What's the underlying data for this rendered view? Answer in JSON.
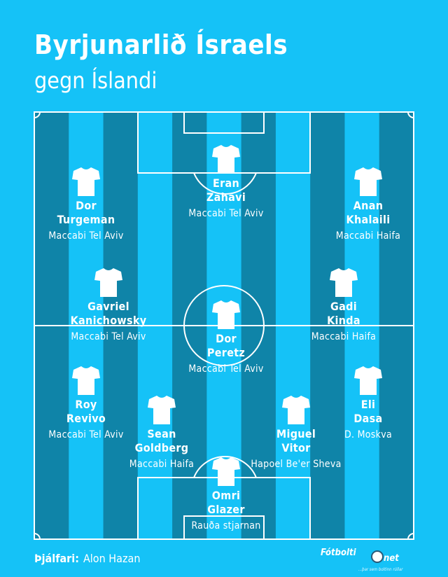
{
  "header": {
    "title": "Byrjunarlið Ísraels",
    "subtitle": "gegn Íslandi"
  },
  "colors": {
    "background": "#15c2f7",
    "stripe_dark": "#0f84a8",
    "line": "#ffffff"
  },
  "players": [
    {
      "first": "Eran",
      "last": "Zahavi",
      "club": "Maccabi Tel Aviv"
    },
    {
      "first": "Dor",
      "last": "Turgeman",
      "club": "Maccabi Tel Aviv"
    },
    {
      "first": "Anan",
      "last": "Khalaili",
      "club": "Maccabi Haifa"
    },
    {
      "first": "Gavriel",
      "last": "Kanichowsky",
      "club": "Maccabi Tel Aviv"
    },
    {
      "first": "Gadi",
      "last": "Kinda",
      "club": "Maccabi Haifa"
    },
    {
      "first": "Dor",
      "last": "Peretz",
      "club": "Maccabi Tel Aviv"
    },
    {
      "first": "Roy",
      "last": "Revivo",
      "club": "Maccabi Tel Aviv"
    },
    {
      "first": "Eli",
      "last": "Dasa",
      "club": "D. Moskva"
    },
    {
      "first": "Sean",
      "last": "Goldberg",
      "club": "Maccabi Haifa"
    },
    {
      "first": "Miguel",
      "last": "Vitor",
      "club": "Hapoel Be'er Sheva"
    },
    {
      "first": "Omri",
      "last": "Glazer",
      "club": "Rauða stjarnan"
    }
  ],
  "footer": {
    "coach_label": "Þjálfari:",
    "coach_name": "Alon Hazan"
  },
  "logo": {
    "name_part1": "Fótbolti",
    "name_part2": "net",
    "tagline": "...þar sem boltinn rúllar"
  }
}
